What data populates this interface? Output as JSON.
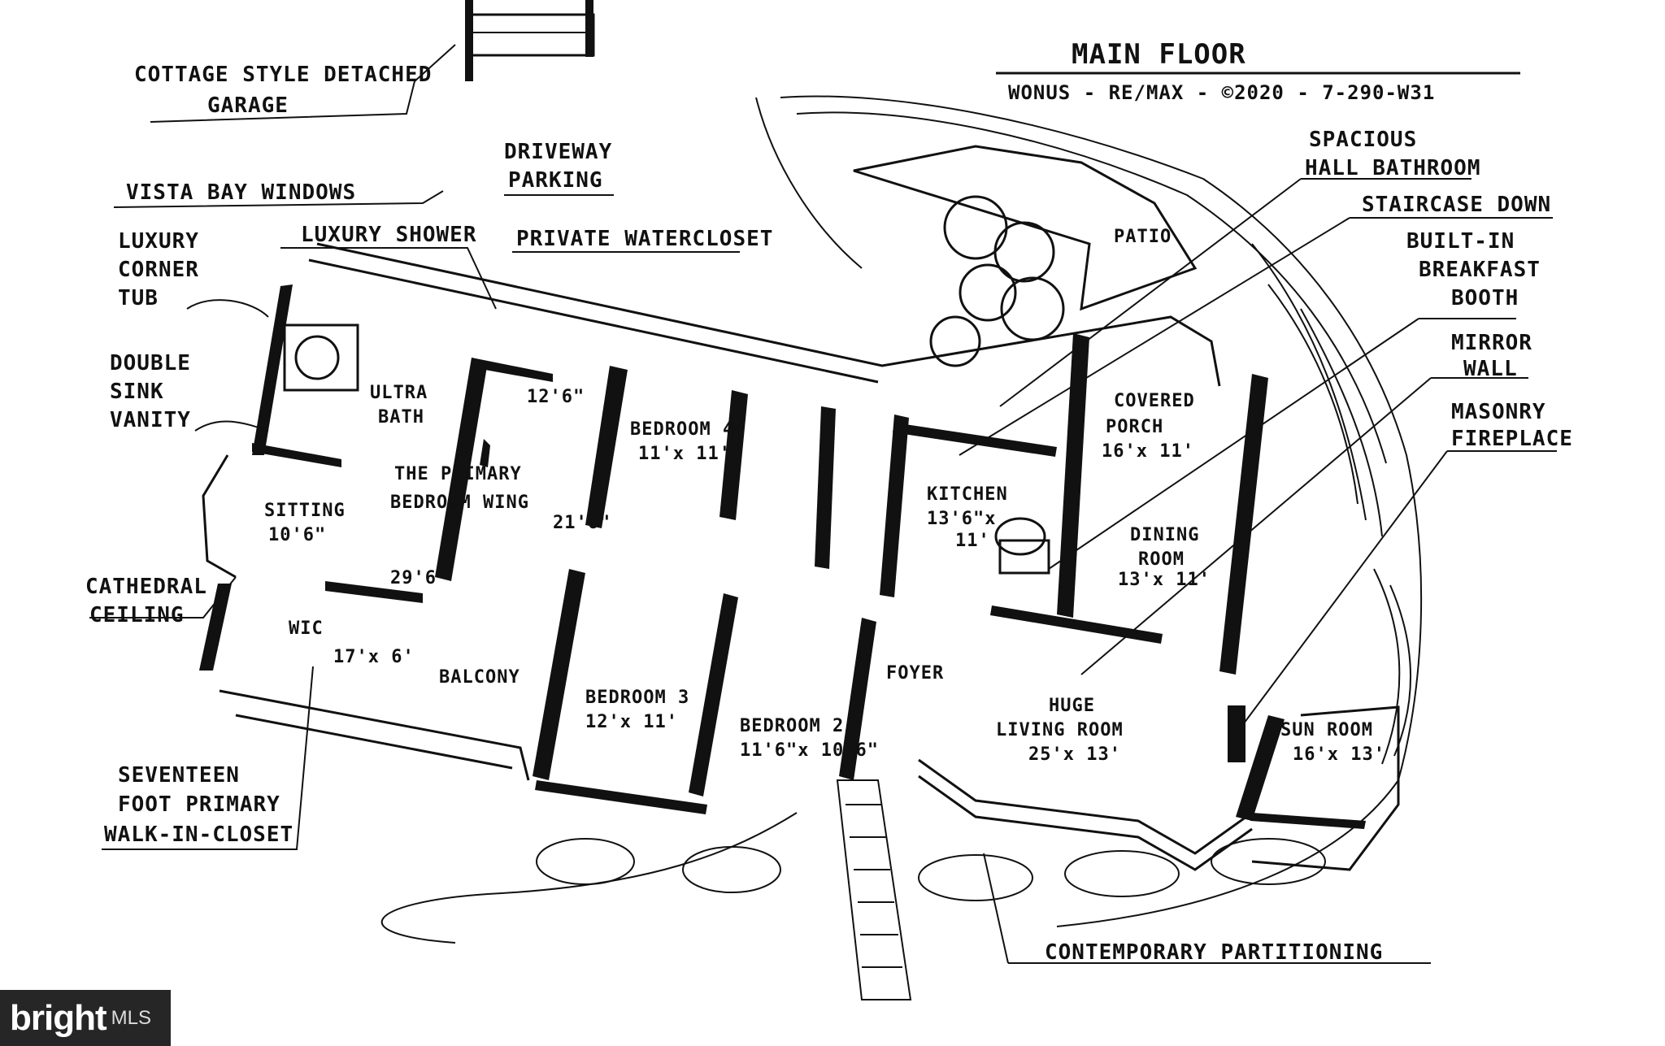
{
  "header": {
    "title": "MAIN FLOOR",
    "credit": "WONUS - RE/MAX - ©2020 - 7-290-W31"
  },
  "callouts": {
    "garage": [
      "COTTAGE STYLE DETACHED",
      "GARAGE"
    ],
    "driveway": [
      "DRIVEWAY",
      "PARKING"
    ],
    "vista": "VISTA BAY WINDOWS",
    "luxury_shower": "LUXURY SHOWER",
    "private_wc": "PRIVATE WATERCLOSET",
    "corner_tub": [
      "LUXURY",
      "CORNER",
      "TUB"
    ],
    "double_sink": [
      "DOUBLE",
      "SINK",
      "VANITY"
    ],
    "cathedral": [
      "CATHEDRAL",
      "CEILING"
    ],
    "walkin": [
      "SEVENTEEN",
      "FOOT PRIMARY",
      "WALK-IN-CLOSET"
    ],
    "hall_bath": [
      "SPACIOUS",
      "HALL BATHROOM"
    ],
    "staircase": "STAIRCASE DOWN",
    "breakfast": [
      "BUILT-IN",
      "BREAKFAST",
      "BOOTH"
    ],
    "mirror": [
      "MIRROR",
      "WALL"
    ],
    "fireplace": [
      "MASONRY",
      "FIREPLACE"
    ],
    "partitioning": "CONTEMPORARY PARTITIONING"
  },
  "rooms": {
    "ultra_bath": [
      "ULTRA",
      "BATH"
    ],
    "primary": [
      "THE PRIMARY",
      "BEDROOM WING"
    ],
    "primary_w": "12'6\"",
    "primary_l": "21'6\"",
    "sitting": "SITTING",
    "sitting_dim": "10'6\"",
    "wic": "WIC",
    "wic_w": "29'6\"",
    "wic_dim": "17'x 6'",
    "balcony": "BALCONY",
    "bed4": "BEDROOM 4",
    "bed4_dim": "11'x 11'",
    "bed3": "BEDROOM 3",
    "bed3_dim": "12'x 11'",
    "bed2": "BEDROOM 2",
    "bed2_dim": "11'6\"x 10'6\"",
    "foyer": "FOYER",
    "kitchen": "KITCHEN",
    "kitchen_dim": [
      "13'6\"x",
      "11'"
    ],
    "patio": "PATIO",
    "porch": [
      "COVERED",
      "PORCH"
    ],
    "porch_dim": "16'x 11'",
    "dining": [
      "DINING",
      "ROOM"
    ],
    "dining_dim": "13'x 11'",
    "living": [
      "HUGE",
      "LIVING ROOM"
    ],
    "living_dim": "25'x 13'",
    "sun": "SUN ROOM",
    "sun_dim": "16'x 13'"
  },
  "watermark": {
    "brand": "bright",
    "suffix": "MLS"
  }
}
